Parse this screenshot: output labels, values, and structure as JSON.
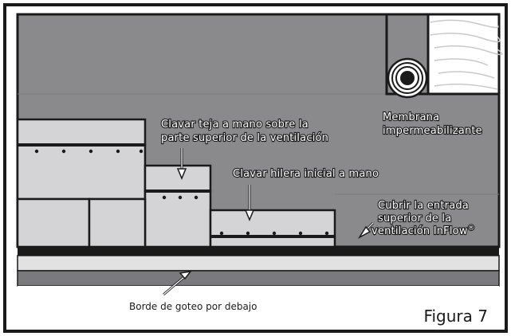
{
  "labels": {
    "membrane_line1": "Membrana",
    "membrane_line2": "impermeabilizante",
    "nail_shingle_line1": "Clavar teja a mano sobre la",
    "nail_shingle_line2": "parte superior de la ventilación",
    "nail_starter": "Clavar hilera inicial a mano",
    "cover_inlet_line1": "Cubrir la entrada",
    "cover_inlet_line2": "superior de la",
    "cover_inlet_line3": "ventilación InFlow",
    "registered_mark": "®",
    "drip_edge": "Borde de goteo por debajo",
    "figure": "Figura 7"
  },
  "colors": {
    "roof_deck": "#8a8a8c",
    "shingle": "#d4d4d6",
    "outline": "#1a1a1a",
    "drip_edge_light": "#e2e2e2",
    "drip_edge_dark": "#7a7a7c"
  }
}
